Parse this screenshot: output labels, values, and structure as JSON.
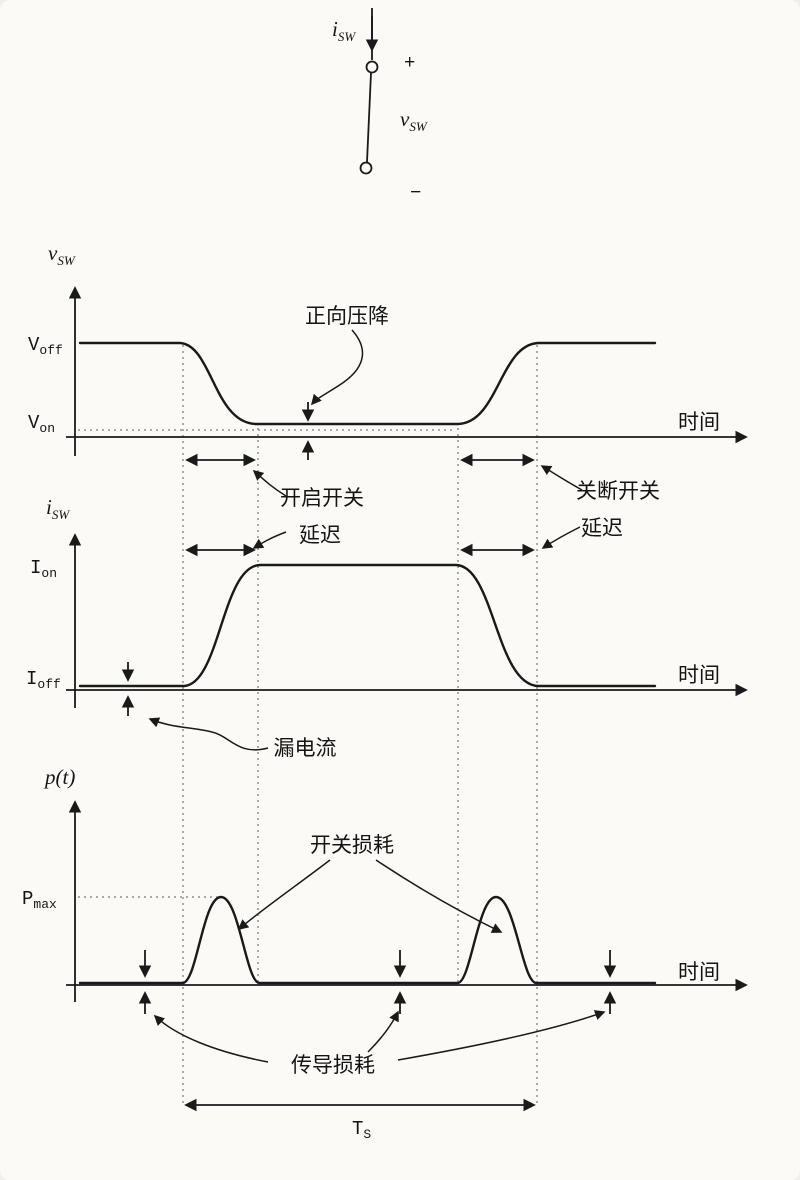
{
  "colors": {
    "background": "#fbfaf7",
    "line": "#1a1a1a",
    "dotted_guide": "#8f8f8f"
  },
  "switch_symbol": {
    "current": {
      "base": "i",
      "sub": "SW"
    },
    "plus": "+",
    "voltage": {
      "base": "v",
      "sub": "SW"
    },
    "minus": "−"
  },
  "vsw_plot": {
    "axis_var": {
      "base": "v",
      "sub": "SW"
    },
    "v_off": {
      "base": "V",
      "sub": "off"
    },
    "v_on": {
      "base": "V",
      "sub": "on"
    },
    "time_label": "时间",
    "forward_drop_label": "正向压降",
    "turn_on_delay": {
      "line1": "开启开关",
      "line2": "延迟"
    },
    "turn_off_delay": {
      "line1": "关断开关",
      "line2": "延迟"
    }
  },
  "isw_plot": {
    "axis_var": {
      "base": "i",
      "sub": "SW"
    },
    "i_on": {
      "base": "I",
      "sub": "on"
    },
    "i_off": {
      "base": "I",
      "sub": "off"
    },
    "time_label": "时间",
    "leakage_label": "漏电流"
  },
  "power_plot": {
    "axis_var": "p(t)",
    "p_max": {
      "base": "P",
      "sub": "max"
    },
    "time_label": "时间",
    "switching_loss_label": "开关损耗",
    "conduction_loss_label": "传导损耗",
    "period": {
      "base": "T",
      "sub": "S"
    }
  }
}
